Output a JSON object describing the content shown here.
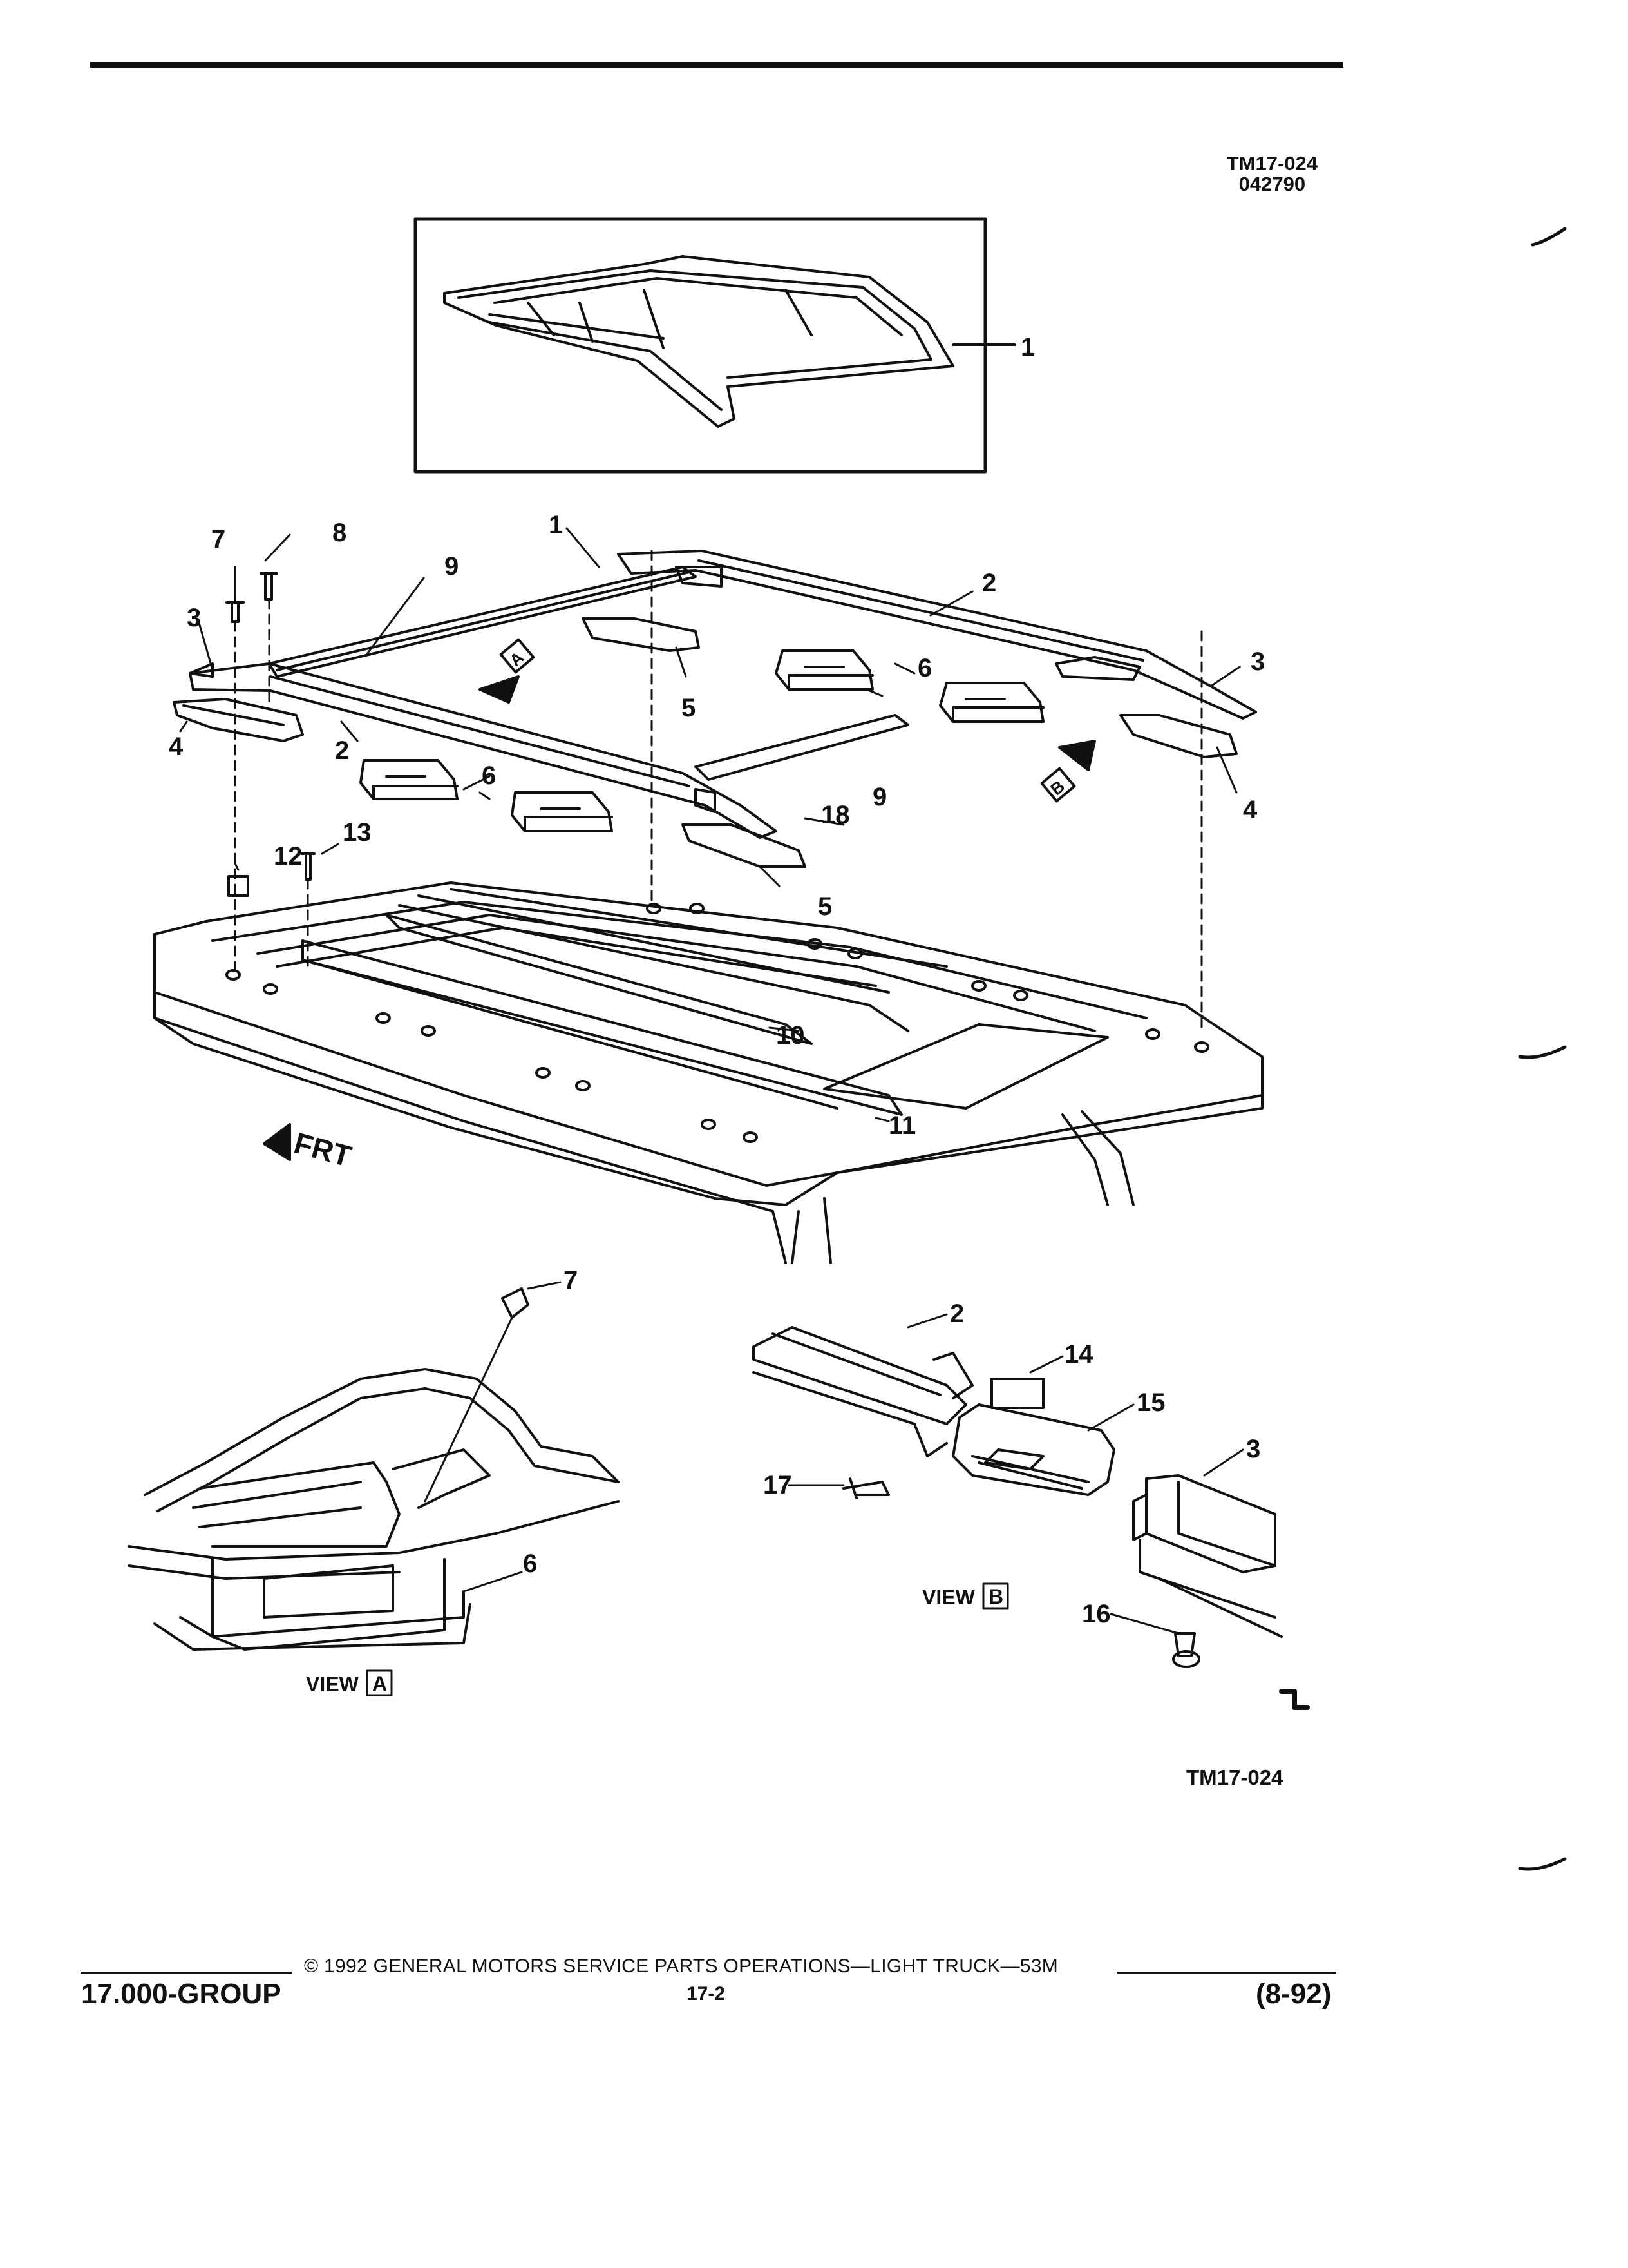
{
  "header": {
    "ref_line1": "TM17-024",
    "ref_line2": "042790"
  },
  "labels": {
    "callouts": [
      "1",
      "2",
      "3",
      "4",
      "5",
      "6",
      "7",
      "8",
      "9",
      "10",
      "11",
      "12",
      "13",
      "14",
      "15",
      "16",
      "17",
      "18"
    ],
    "view_text": "VIEW",
    "view_a": "A",
    "view_b": "B",
    "front": "FRT",
    "arrow_a": "A",
    "arrow_b": "B"
  },
  "footer": {
    "group": "17.000-GROUP",
    "copyright": "© 1992 GENERAL MOTORS SERVICE PARTS OPERATIONS—LIGHT TRUCK—53M",
    "page": "17-2",
    "date": "(8-92)",
    "ref": "TM17-024"
  }
}
